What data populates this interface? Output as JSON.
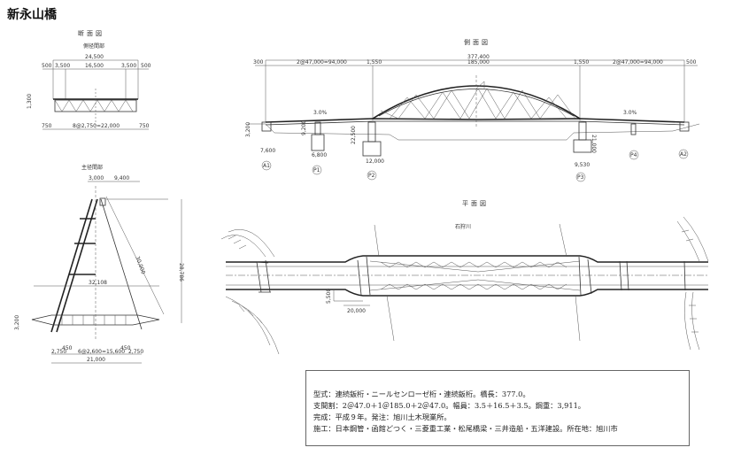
{
  "title": "新永山橋",
  "cross_section": {
    "heading": "断面図",
    "side_span": {
      "label": "側径間部",
      "dims": [
        "24,500",
        "500",
        "3,500",
        "16,500",
        "3,500",
        "500",
        "1,300",
        "750",
        "8@2,750=22,000",
        "750"
      ]
    },
    "main_span": {
      "label": "主径間部",
      "dims": [
        "3,000",
        "9,400",
        "30,000",
        "28,786",
        "32,108",
        "3,200",
        "450",
        "450",
        "2,750",
        "6@2,600=15,600",
        "2,750",
        "21,000"
      ]
    }
  },
  "side_view": {
    "heading": "側面図",
    "total": "377,400",
    "spans": [
      "300",
      "2@47,000=94,000",
      "1,550",
      "185,000",
      "1,550",
      "2@47,000=94,000",
      "500"
    ],
    "grades": [
      "3.0%",
      "3.0%"
    ],
    "pier_dims": [
      "3,200",
      "7,600",
      "9,200",
      "6,800",
      "22,500",
      "12,000",
      "21,000",
      "9,530"
    ],
    "supports": [
      "A1",
      "P1",
      "P2",
      "P3",
      "P4",
      "A2"
    ]
  },
  "plan_view": {
    "heading": "平面図",
    "river": "石狩川",
    "dims": [
      "5,500",
      "20,000"
    ]
  },
  "info": {
    "lines": [
      "型式：連続鈑桁・ニールセンローゼ桁・連続鈑桁。橋長：377.0。",
      "支間割：2＠47.0＋1＠185.0＋2＠47.0。幅員：3.5＋16.5＋3.5。鋼重：3,911。",
      "完成：平成９年。発注：旭川土木現業所。",
      "施工：日本鋼管・函館どつく・三菱重工業・松尾橋梁・三井造船・五洋建設。所在地：旭川市"
    ]
  }
}
